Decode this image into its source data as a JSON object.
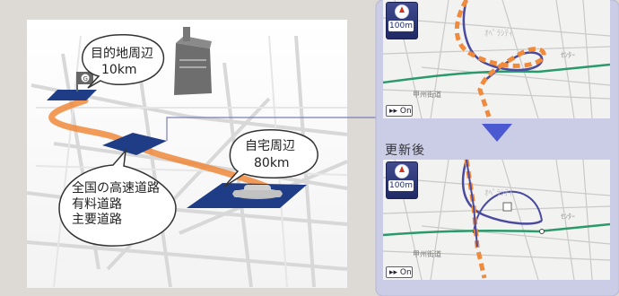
{
  "illustration": {
    "bubble_destination": {
      "line1": "目的地周辺",
      "line2": "10km"
    },
    "bubble_home": {
      "line1": "自宅周辺",
      "line2": "80km"
    },
    "bubble_roads": {
      "line1": "全国の高速道路",
      "line2": "有料道路",
      "line3": "主要道路"
    }
  },
  "update_panel": {
    "after_label": "更新後",
    "arrow_icon": "down-triangle-icon"
  },
  "map_before": {
    "scale": "100m",
    "on_button": "On",
    "compass_icon": "compass-icon"
  },
  "map_after": {
    "scale": "100m",
    "on_button": "On",
    "compass_icon": "compass-icon"
  },
  "colors": {
    "panel_bg": "#cbcde6",
    "panel_border": "#b5b7d6",
    "route_orange": "#f08a3c",
    "road_blue_area": "#1f3d86",
    "map_green_road": "#2a9a6a",
    "map_purple_road": "#4a4aa0",
    "indicator_blue": "#4c5ad2"
  }
}
